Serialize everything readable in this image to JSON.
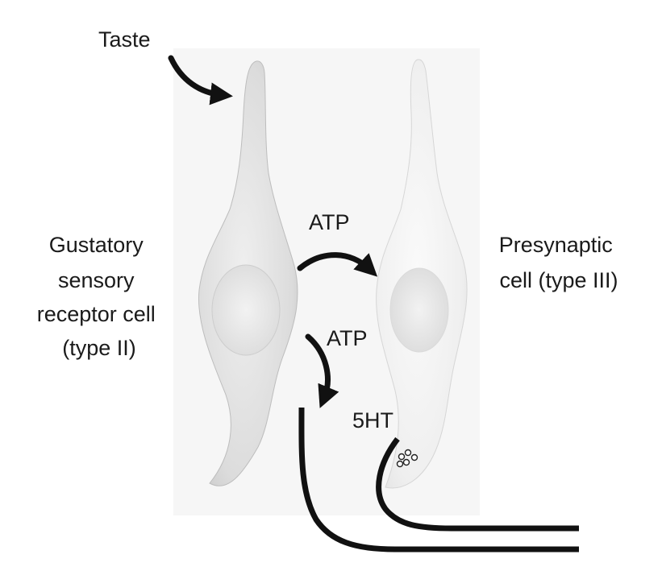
{
  "title": "Taste bud cell signaling",
  "labels": {
    "taste": "Taste",
    "receptor_cell": [
      "Gustatory",
      "sensory",
      "receptor cell",
      "(type II)"
    ],
    "presynaptic_cell": [
      "Presynaptic",
      "cell (type III)"
    ],
    "atp_to_presynaptic": "ATP",
    "atp_to_nerve": "ATP",
    "serotonin": "5HT"
  },
  "colors": {
    "cell_fill": "#e4e4e4",
    "presynaptic_fill": "#f2f2f2",
    "nucleus_fill": "#ececec",
    "line": "#111111",
    "text": "#1a1a1a"
  }
}
